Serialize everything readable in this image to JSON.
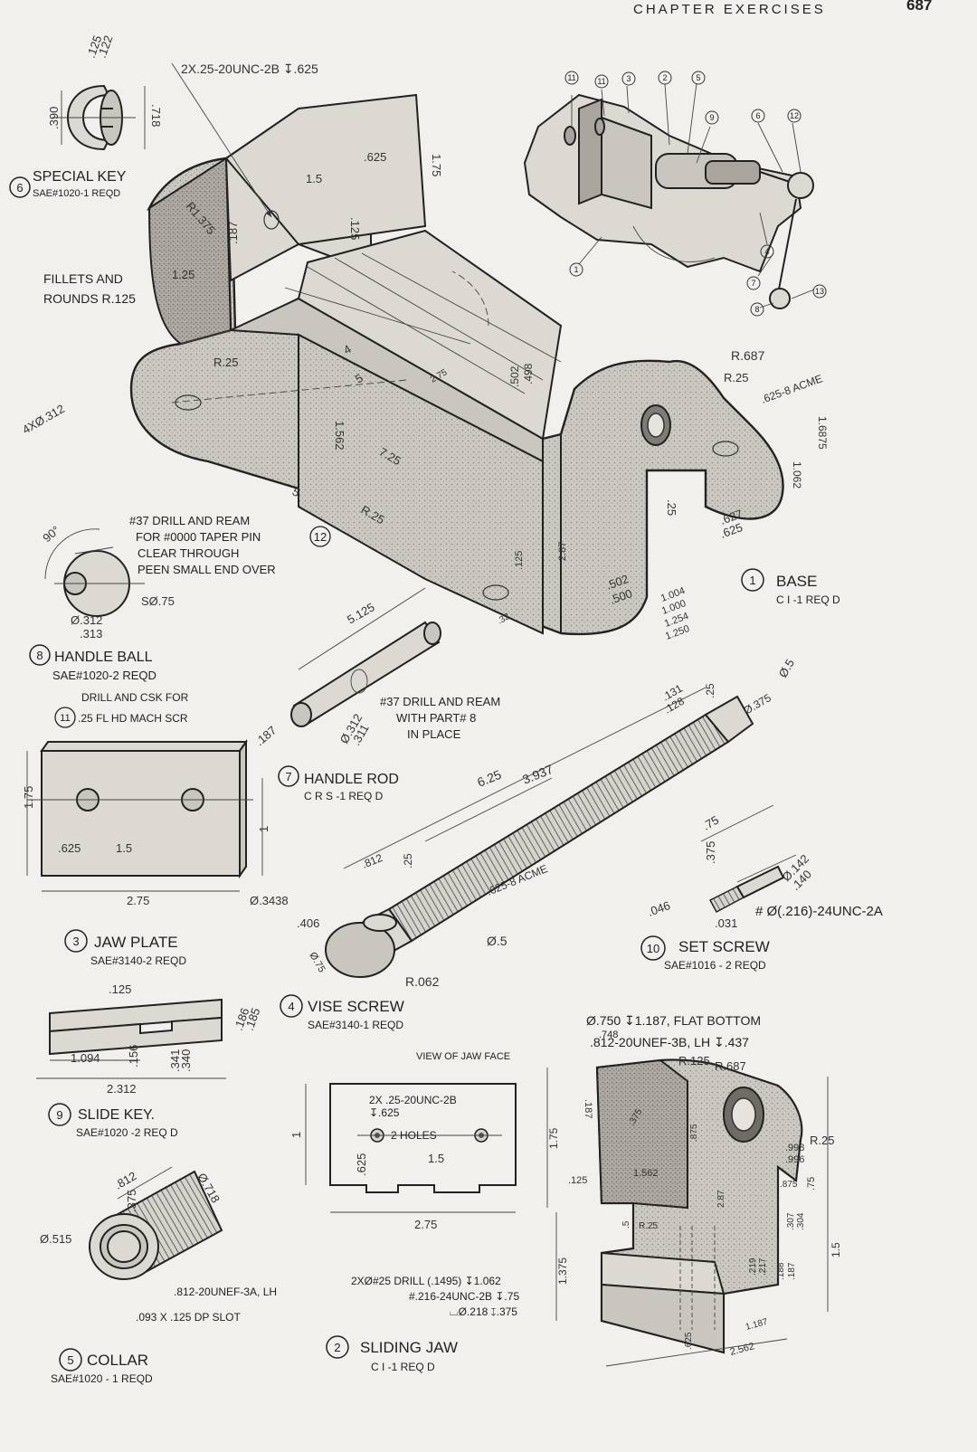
{
  "header": {
    "chapter_title": "CHAPTER EXERCISES",
    "page_number": "687"
  },
  "top_note": "2X.25-20UNC-2B ↧.625",
  "parts": [
    {
      "num": "6",
      "name": "SPECIAL KEY",
      "spec": "SAE#1020-1 REQD"
    },
    {
      "num": "8",
      "name": "HANDLE BALL",
      "spec": "SAE#1020-2 REQD"
    },
    {
      "num": "7",
      "name": "HANDLE ROD",
      "spec": "C R S -1 REQ D"
    },
    {
      "num": "1",
      "name": "BASE",
      "spec": "C I -1 REQ D"
    },
    {
      "num": "3",
      "name": "JAW PLATE",
      "spec": "SAE#3140-2 REQD"
    },
    {
      "num": "4",
      "name": "VISE SCREW",
      "spec": "SAE#3140-1 REQD"
    },
    {
      "num": "10",
      "name": "SET SCREW",
      "spec": "SAE#1016 - 2 REQD"
    },
    {
      "num": "9",
      "name": "SLIDE KEY.",
      "spec": "SAE#1020 -2 REQ D"
    },
    {
      "num": "5",
      "name": "COLLAR",
      "spec": "SAE#1020 - 1 REQD"
    },
    {
      "num": "2",
      "name": "SLIDING JAW",
      "spec": "C I -1 REQ D"
    }
  ],
  "notes": {
    "fillets": [
      "FILLETS AND",
      "ROUNDS R.125"
    ],
    "handle_ball_drill": [
      "#37 DRILL AND REAM",
      "FOR #0000 TAPER PIN",
      "CLEAR THROUGH",
      "PEEN SMALL END OVER"
    ],
    "handle_ball_pin_ref": "12",
    "handle_rod_drill": [
      "#37 DRILL AND REAM",
      "WITH PART# 8",
      "IN PLACE"
    ],
    "jaw_plate_drill": [
      "DRILL AND CSK FOR",
      ".25 FL HD MACH SCR"
    ],
    "jaw_plate_ref": "11",
    "acme_base": ".625-8 ACME",
    "acme_screw": ".625-8 ACME",
    "set_screw_thread": "# Ø(.216)-24UNC-2A",
    "sliding_jaw_bore": [
      "Ø.750 ↧1.187, FLAT BOTTOM",
      ".748",
      ".812-20UNEF-3B, LH ↧.437"
    ],
    "view_of_jaw_face": "VIEW OF JAW FACE",
    "jaw_face_holes": [
      "2X .25-20UNC-2B",
      "↧.625",
      "2 HOLES"
    ],
    "sliding_jaw_drill": [
      "2XØ#25 DRILL (.1495) ↧1.062",
      "#.216-24UNC-2B ↧.75",
      "⌴Ø.218 ↧.375"
    ],
    "collar_thread": ".812-20UNEF-3A, LH",
    "collar_slot": ".093 X .125 DP SLOT"
  },
  "dimensions": {
    "special_key": [
      ".125",
      ".122",
      ".390",
      ".718"
    ],
    "base": [
      "1.5",
      ".625",
      "1.75",
      ".125",
      ".187",
      "R1.375",
      "1.25",
      "R.25",
      "4XØ.312",
      "4",
      "5",
      "2.75",
      ".502",
      ".498",
      "1.562",
      "7.25",
      "5",
      "R.25",
      "R.687",
      "R.25",
      "1.6875",
      "1.062",
      ".25",
      ".627",
      ".625",
      ".502",
      ".500",
      ".125",
      "2.87",
      "1.004",
      "1.000",
      "1.254",
      "1.250",
      ".32"
    ],
    "handle_ball": [
      "90°",
      "SØ.75",
      "Ø.312",
      ".313"
    ],
    "handle_rod": [
      "5.125",
      "Ø.312",
      ".311"
    ],
    "jaw_plate": [
      "1.75",
      ".625",
      "1.5",
      "2.75",
      ".187",
      "1"
    ],
    "vise_screw": [
      ".131",
      ".128",
      ".25",
      "Ø.5",
      "Ø.375",
      "6.25",
      "3.937",
      ".812",
      ".25",
      "Ø.3438",
      ".406",
      "Ø.5",
      "Ø.75",
      "R.062"
    ],
    "set_screw": [
      ".75",
      ".375",
      "Ø.142",
      ".140",
      ".046",
      ".031"
    ],
    "slide_key": [
      ".125",
      "1.094",
      ".156",
      ".341",
      ".340",
      ".186",
      ".185",
      "2.312"
    ],
    "sliding_jaw_face": [
      "1",
      ".625",
      "1.5",
      "2.75"
    ],
    "sliding_jaw": [
      "R.125",
      "R.687",
      "R.25",
      "1.75",
      ".187",
      ".375",
      ".125",
      "1.562",
      ".875",
      ".998",
      ".996",
      ".75",
      ".875",
      ".5",
      "R.25",
      ".307",
      ".304",
      "1.375",
      ".219",
      ".217",
      ".188",
      ".187",
      "1.5",
      "1.187",
      "2.562",
      ".625",
      "2.87"
    ],
    "collar": [
      ".812",
      ".375",
      "Ø.718",
      "Ø.515"
    ]
  },
  "assembly_callouts": [
    "11",
    "3",
    "2",
    "5",
    "9",
    "6",
    "12",
    "4",
    "7",
    "8",
    "13",
    "1"
  ]
}
